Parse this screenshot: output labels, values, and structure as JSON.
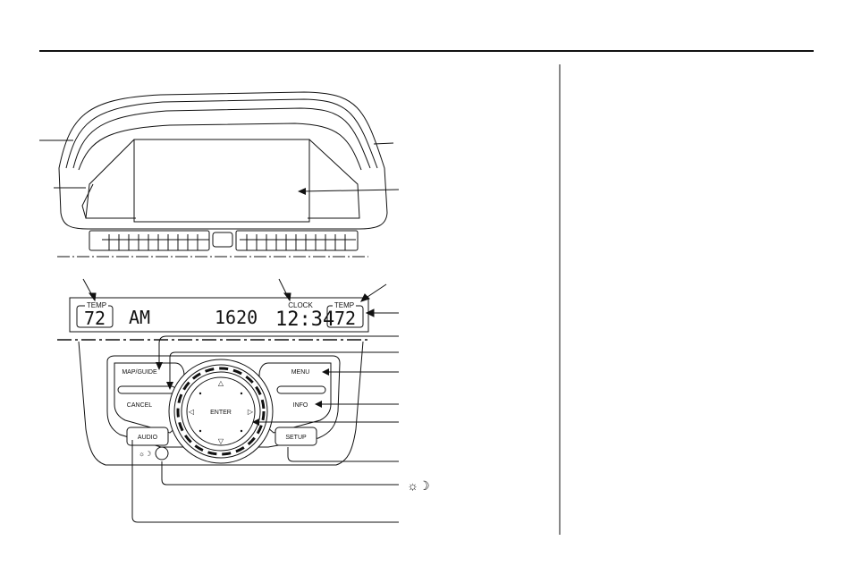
{
  "display": {
    "left_temp_label": "TEMP",
    "left_temp_value": "72",
    "band": "AM",
    "frequency": "1620",
    "clock_label": "CLOCK",
    "clock_value": "12:34",
    "right_temp_label": "TEMP",
    "right_temp_value": "72"
  },
  "buttons": {
    "map_guide": "MAP/GUIDE",
    "cancel": "CANCEL",
    "menu": "MENU",
    "info": "INFO",
    "enter": "ENTER",
    "audio": "AUDIO",
    "setup": "SETUP"
  },
  "callouts": {
    "brightness_symbol": "☼☽"
  },
  "icons": [
    "day-night-brightness-icon",
    "joystick-arrow-up-icon",
    "joystick-arrow-down-icon",
    "joystick-arrow-left-icon",
    "joystick-arrow-right-icon"
  ]
}
